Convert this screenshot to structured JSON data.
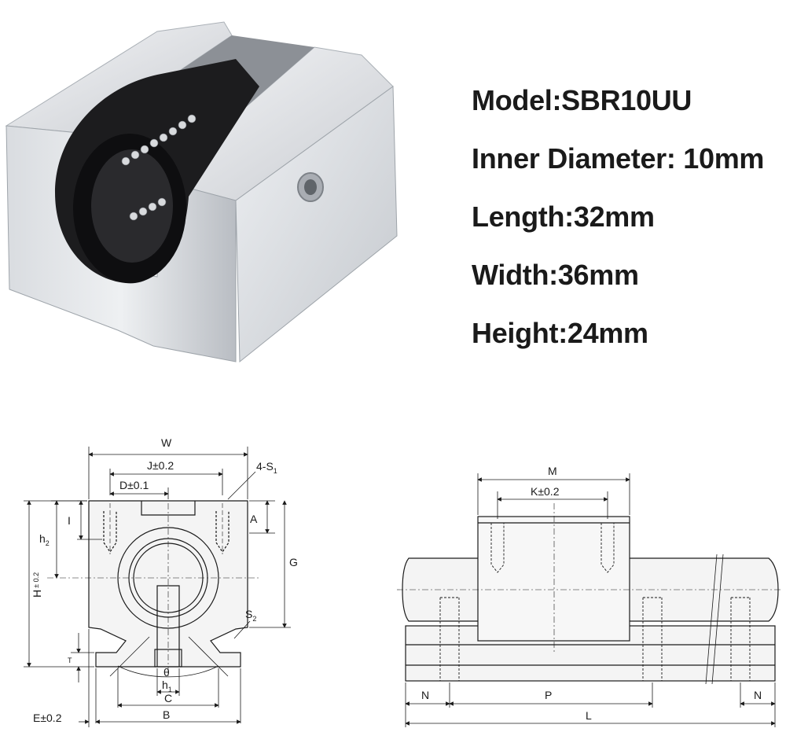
{
  "specs": {
    "model": "Model:SBR10UU",
    "inner_diameter": "Inner Diameter: 10mm",
    "length": "Length:32mm",
    "width": "Width:36mm",
    "height": "Height:24mm"
  },
  "front_view": {
    "w": "W",
    "j": "J±0.2",
    "s1": "4-S",
    "s1_sub": "1",
    "d": "D±0.1",
    "i": "I",
    "a": "A",
    "h2": "h",
    "h2_sub": "2",
    "g": "G",
    "h": "H",
    "h_tol": "± 0.2",
    "s2": "S",
    "s2_sub": "2",
    "t": "T",
    "theta": "θ",
    "h1": "h",
    "h1_sub": "1",
    "c": "C",
    "e": "E±0.2",
    "b": "B"
  },
  "side_view": {
    "m": "M",
    "k": "K±0.2",
    "n_left": "N",
    "p": "P",
    "n_right": "N",
    "l": "L"
  }
}
